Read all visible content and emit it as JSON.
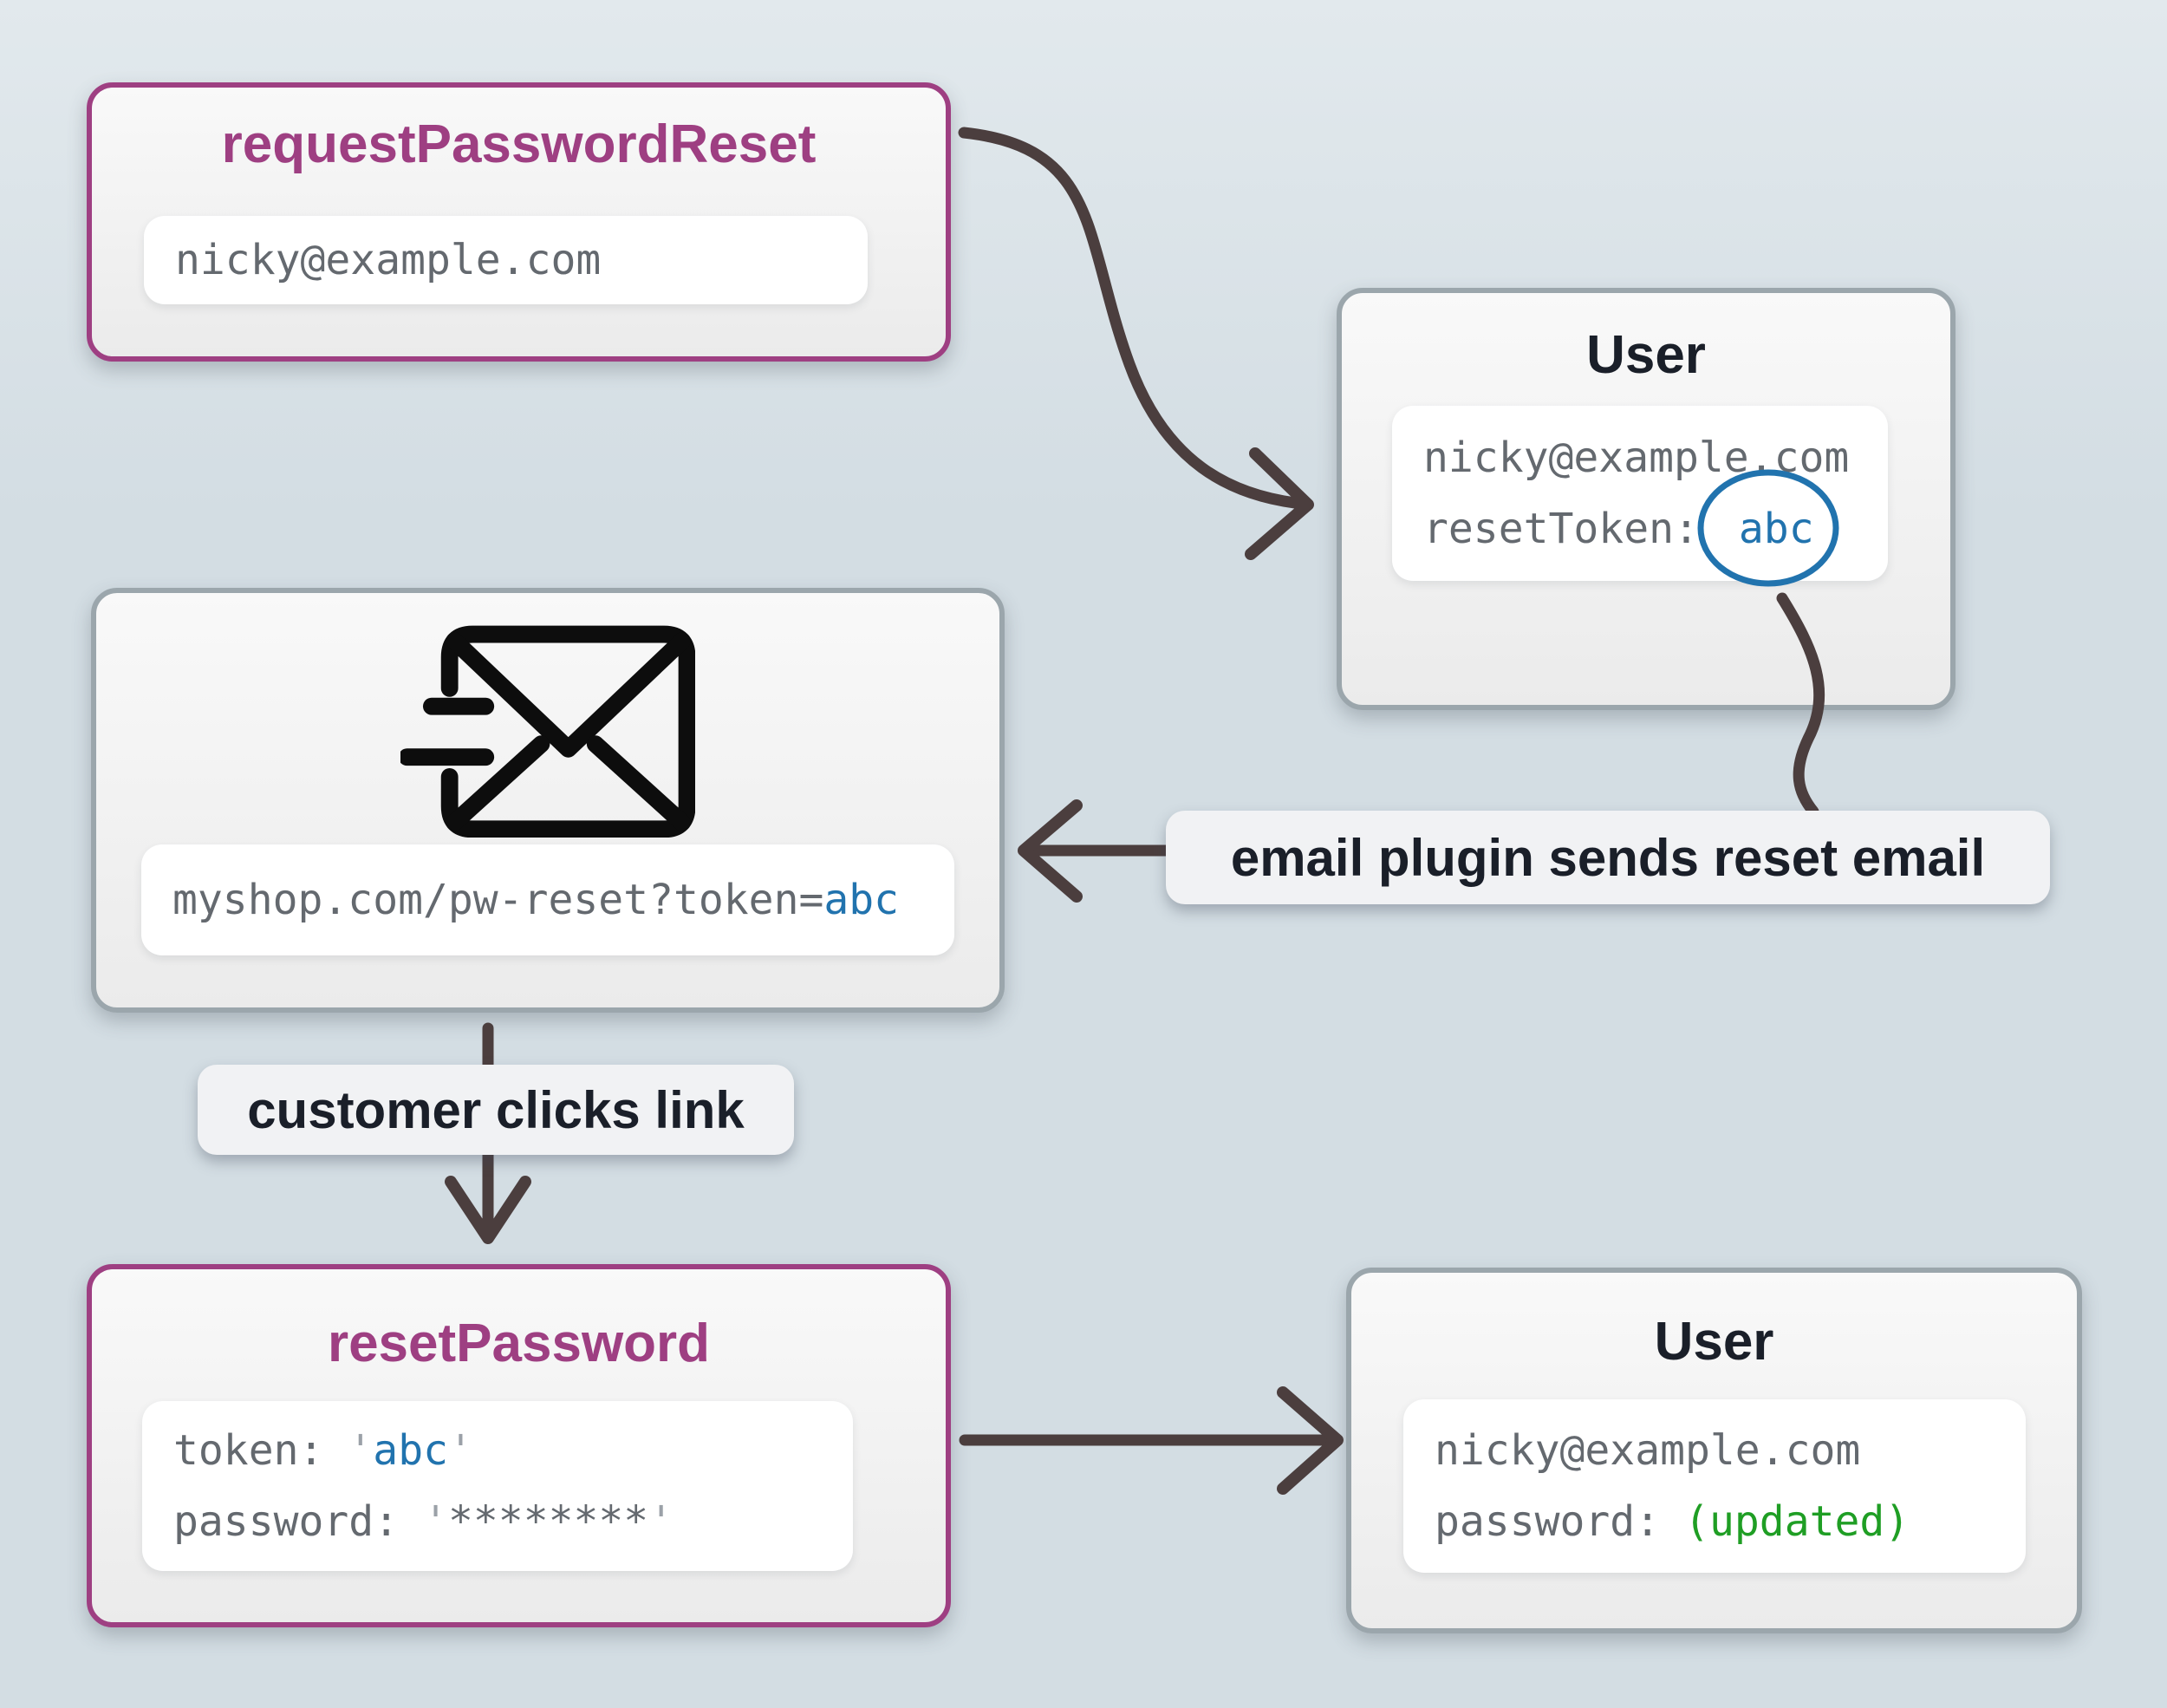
{
  "colors": {
    "bg_top": "#e2e9ed",
    "bg_bottom": "#d3dde3",
    "purple": "#9e3f82",
    "border_gray": "#9ba6ac",
    "text_dark": "#1a1f29",
    "mono_gray": "#64696f",
    "quote_gray": "#9ba1a8",
    "blue": "#2173ae",
    "green": "#1f9e24",
    "arrow": "#4b3e3e",
    "icon_black": "#0d0d0d",
    "label_bg": "#f1f2f4",
    "field_bg": "#ffffff"
  },
  "nodes": {
    "request": {
      "title": "requestPasswordReset",
      "email": "nicky@example.com"
    },
    "user_top": {
      "title": "User",
      "email": "nicky@example.com",
      "token_label": "resetToken:",
      "token_value": "abc"
    },
    "email_node": {
      "icon": "mail-send-icon",
      "url_prefix": "myshop.com/pw-reset?token=",
      "url_token": "abc"
    },
    "reset": {
      "title": "resetPassword",
      "token_label": "token:",
      "quote": "'",
      "token_value": "abc",
      "password_label": "password:",
      "password_mask": "********"
    },
    "user_bottom": {
      "title": "User",
      "email": "nicky@example.com",
      "password_label": "password:",
      "password_value": "(updated)"
    }
  },
  "labels": {
    "email_plugin": "email plugin sends reset email",
    "customer_clicks": "customer clicks link"
  }
}
